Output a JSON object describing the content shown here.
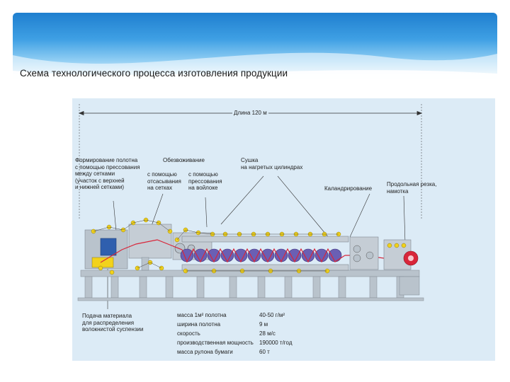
{
  "slide": {
    "title": "Схема технологического процесса изготовления продукции"
  },
  "diagram": {
    "length_label": "Длина 120 м",
    "stages": [
      {
        "id": "forming",
        "label": "Формирование полотна\nс помощью прессования\nмежду сетками\n(участок с верхней\nи нижней сетками)"
      },
      {
        "id": "dewatering",
        "label": "Обезвоживание"
      },
      {
        "id": "suction",
        "label": "с помощью\nотсасывания\nна сетках"
      },
      {
        "id": "pressing",
        "label": "с помощью\nпрессования\nна войлоке"
      },
      {
        "id": "drying",
        "label": "Сушка\nна нагретых цилиндрах"
      },
      {
        "id": "calendering",
        "label": "Каландрирование"
      },
      {
        "id": "cutting",
        "label": "Продольная резка,\nнамотка"
      },
      {
        "id": "feed",
        "label": "Подача материала\nдля распределения\nволокнистой суспензии"
      }
    ],
    "specs": [
      {
        "name": "масса 1м² полотна",
        "value": "40-50 г/м²"
      },
      {
        "name": "ширина полотна",
        "value": "9 м"
      },
      {
        "name": "скорость",
        "value": "28 м/с"
      },
      {
        "name": "производственная мощность",
        "value": "190000 т/год"
      },
      {
        "name": "масса рулона бумаги",
        "value": "60 т"
      }
    ]
  },
  "colors": {
    "banner_top": "#1f7fcf",
    "panel_bg": "#dcebf6",
    "machine_gray": "#b9c3cc",
    "roller_yellow": "#f2d21b",
    "cylinder_purple": "#6a5fb4",
    "web_red": "#d8263a",
    "frame_gray": "#8c959d"
  }
}
